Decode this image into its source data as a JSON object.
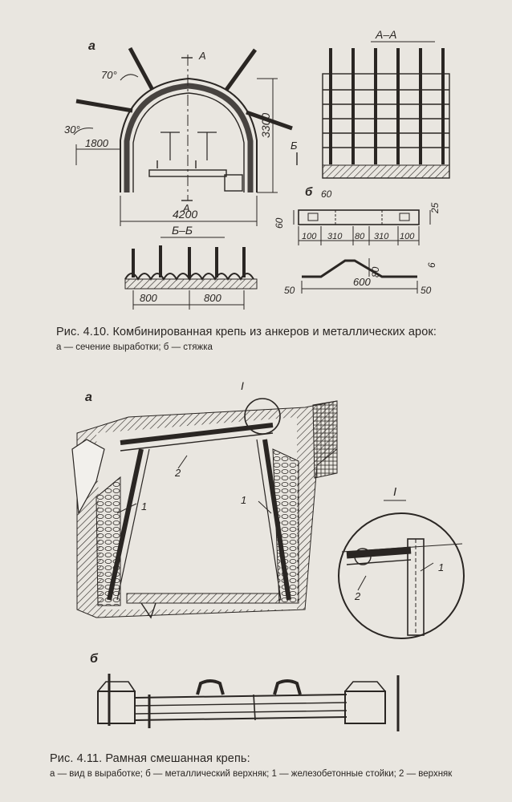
{
  "figure_1": {
    "label_a": "а",
    "label_b": "б",
    "section_aa": "А–А",
    "section_bb": "Б–Б",
    "marker_a": "А",
    "marker_b": "Б",
    "angle_70": "70°",
    "angle_30": "30°",
    "dim_1800": "1800",
    "dim_3300": "3300",
    "dim_4200": "4200",
    "dim_800_left": "800",
    "dim_800_right": "800",
    "dim_60_top": "60",
    "dim_60_side": "60",
    "dim_25": "25",
    "dim_100_left": "100",
    "dim_310_left": "310",
    "dim_80": "80",
    "dim_310_right": "310",
    "dim_100_right": "100",
    "dim_6": "6",
    "dim_80_bend": "80",
    "dim_50_left": "50",
    "dim_600": "600",
    "dim_50_right": "50",
    "caption_title": "Рис. 4.10. Комбинированная крепь из анкеров и металлических арок:",
    "caption_sub": "а — сечение выработки; б — стяжка"
  },
  "figure_2": {
    "label_a": "а",
    "label_b": "б",
    "label_I": "I",
    "label_I_detail": "I",
    "callout_1_left": "1",
    "callout_1_right": "1",
    "callout_2": "2",
    "detail_callout_1": "1",
    "detail_callout_2": "2",
    "caption_title": "Рис. 4.11. Рамная смешанная крепь:",
    "caption_sub": "а — вид в выработке; б — металлический верхняк; 1 — железобетонные стойки; 2 — верхняк"
  }
}
